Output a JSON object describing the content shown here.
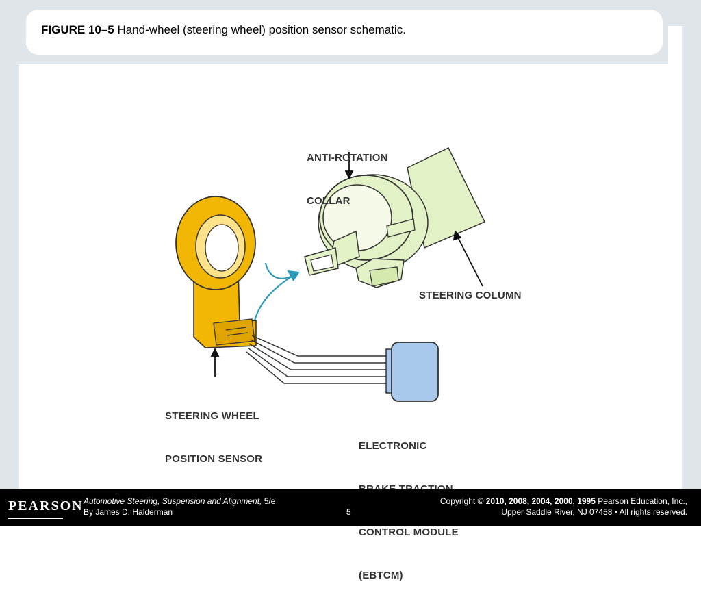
{
  "title": {
    "figure": "FIGURE 10–5",
    "caption": "Hand-wheel (steering wheel) position sensor schematic."
  },
  "labels": {
    "collar_line1": "ANTI-ROTATION",
    "collar_line2": "COLLAR",
    "column": "STEERING COLUMN",
    "sensor_line1": "STEERING WHEEL",
    "sensor_line2": "POSITION SENSOR",
    "module_line1": "ELECTRONIC",
    "module_line2": "BRAKE TRACTION",
    "module_line3": "CONTROL MODULE",
    "module_line4": "(EBTCM)"
  },
  "footer": {
    "logo": "PEARSON",
    "book_title": "Automotive Steering, Suspension and Alignment,",
    "edition": " 5/e",
    "author": "By James D. Halderman",
    "page": "5",
    "copyright_prefix": "Copyright © ",
    "copyright_years": "2010, 2008, 2004, 2000, 1995",
    "copyright_holder": " Pearson Education, Inc.,",
    "address": "Upper Saddle River, NJ 07458 • All rights reserved."
  },
  "colors": {
    "sensor": "#f2b705",
    "column": "#e3f2c6",
    "module": "#a8c8ec",
    "arrow": "#2a9bb8",
    "frame": "#dfe5e8"
  }
}
